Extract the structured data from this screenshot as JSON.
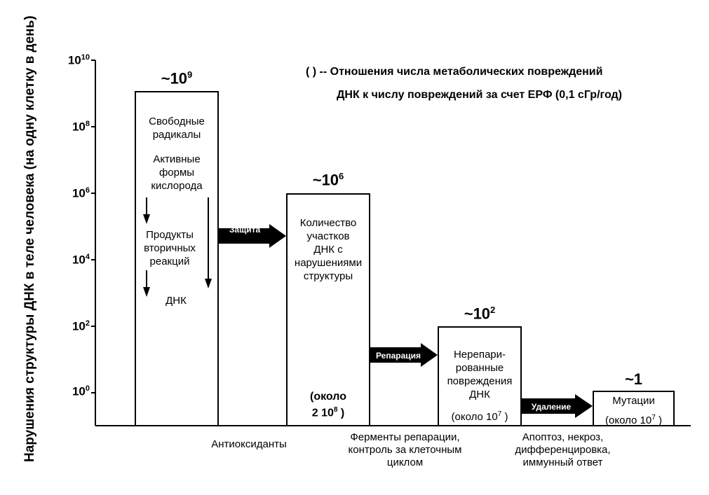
{
  "y_axis": {
    "label": "Нарушения структуры ДНК в теле человека (на одну клетку в  день)",
    "ticks": [
      {
        "base": "10",
        "exp": "10"
      },
      {
        "base": "10",
        "exp": "8"
      },
      {
        "base": "10",
        "exp": "6"
      },
      {
        "base": "10",
        "exp": "4"
      },
      {
        "base": "10",
        "exp": "2"
      },
      {
        "base": "10",
        "exp": "0"
      }
    ]
  },
  "legend": {
    "line1": "( ) -- Отношения числа метаболических повреждений",
    "line2": "ДНК к числу повреждений за счет ЕРФ (0,1 сГр/год)"
  },
  "bars": [
    {
      "top_prefix": "~10",
      "top_exp": "9",
      "text1": "Свободные",
      "text2": "радикалы",
      "text3": "Активные",
      "text4": "формы",
      "text5": "кислорода",
      "text6": "Продукты",
      "text7": "вторичных",
      "text8": "реакций",
      "text9": "ДНК"
    },
    {
      "top_prefix": "~10",
      "top_exp": "6",
      "text1": "Количество",
      "text2": "участков",
      "text3": "ДНК с",
      "text4": "нарушениями",
      "text5": "структуры",
      "note1": "(около",
      "note2": "2 10",
      "note_exp": "8",
      "note3": ")"
    },
    {
      "top_prefix": "~10",
      "top_exp": "2",
      "text1": "Нерепари-",
      "text2": "рованные",
      "text3": "повреждения",
      "text4": "ДНК",
      "note1": "(около 10",
      "note_exp": "7",
      "note3": ")"
    },
    {
      "top_prefix": "~1",
      "text1": "Мутации",
      "note1": "(около 10",
      "note_exp": "7",
      "note3": ")"
    }
  ],
  "arrows": {
    "a1": "Защита",
    "a2": "Репарация",
    "a3": "Удаление"
  },
  "bottom_labels": {
    "b1": "Антиоксиданты",
    "b2_1": "Ферменты репарации,",
    "b2_2": "контроль за клеточным",
    "b2_3": "циклом",
    "b3_1": "Апоптоз, некроз,",
    "b3_2": "дифференцировка,",
    "b3_3": "иммунный ответ"
  },
  "colors": {
    "ink": "#000000",
    "paper": "#ffffff"
  }
}
